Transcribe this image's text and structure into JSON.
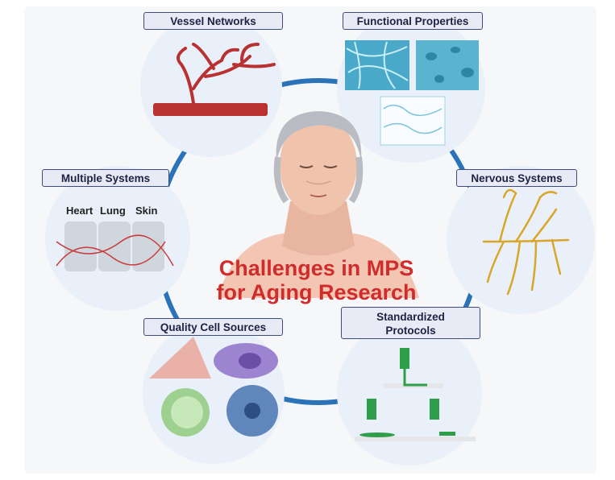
{
  "title": {
    "line1": "Challenges in MPS",
    "line2": "for Aging Research"
  },
  "nodes": {
    "vessel_networks": "Vessel Networks",
    "functional_properties": "Functional Properties",
    "multiple_systems": "Multiple Systems",
    "nervous_systems": "Nervous Systems",
    "quality_cell_sources": "Quality Cell Sources",
    "standardized_protocols_line1": "Standardized",
    "standardized_protocols_line2": "Protocols"
  },
  "organs": {
    "heart": "Heart",
    "lung": "Lung",
    "skin": "Skin"
  },
  "colors": {
    "title": "#d12c2c",
    "ring": "#2a73b8",
    "circle_fill": "#e9f0f9",
    "label_fill": "#e8ebf6",
    "label_border": "#3d4a7a",
    "vessel": "#b83232",
    "nerve": "#d9a62a",
    "printer": "#2e9e48"
  }
}
